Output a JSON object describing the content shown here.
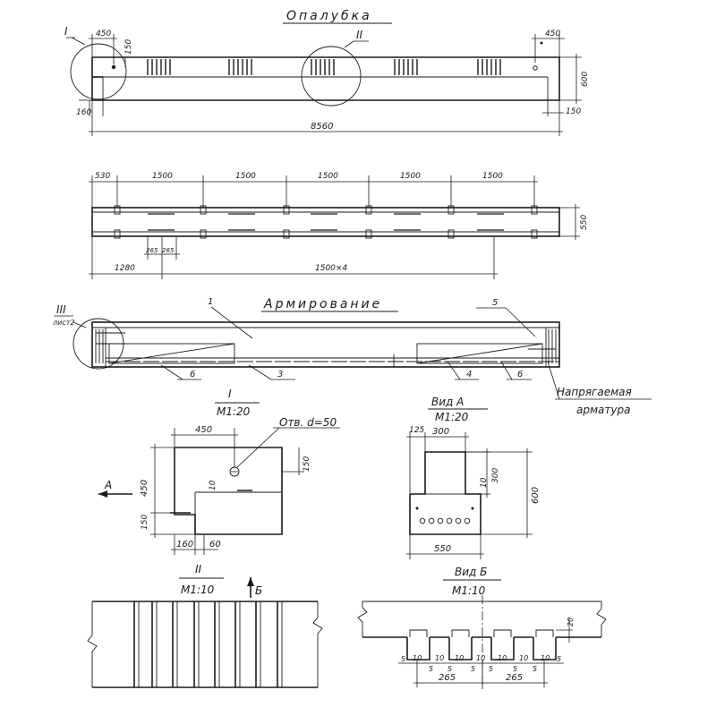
{
  "headings": {
    "formwork": "Опалубка",
    "reinforcement": "Армирование",
    "node_I": "I",
    "node_I_scale": "М1:20",
    "view_A": "Вид А",
    "view_A_scale": "М1:20",
    "node_II": "II",
    "node_II_scale": "М1:10",
    "view_B": "Вид Б",
    "view_B_scale": "М1:10"
  },
  "callouts": {
    "I": "I",
    "II": "II",
    "III": "III",
    "III_note": "лист2",
    "arrow_A": "А",
    "arrow_B": "Б",
    "prestressed_line1": "Напрягаемая",
    "prestressed_line2": "арматура",
    "hole": "Отв. d=50"
  },
  "positions": [
    "1",
    "3",
    "4",
    "5",
    "6",
    "6"
  ],
  "dimensions": {
    "elev": [
      "450",
      "150",
      "450",
      "600",
      "160",
      "150",
      "8560"
    ],
    "plan": [
      "530",
      "1500",
      "1500",
      "1500",
      "1500",
      "1500",
      "550",
      "265",
      "265",
      "1280",
      "1500×4"
    ],
    "node_I": [
      "450",
      "150",
      "450",
      "150",
      "10",
      "160",
      "60"
    ],
    "view_A": [
      "125",
      "300",
      "300",
      "10",
      "600",
      "550"
    ],
    "view_B": [
      "20",
      "5",
      "10",
      "5",
      "10",
      "5",
      "10",
      "5",
      "10",
      "5",
      "10",
      "5",
      "10",
      "5",
      "10",
      "5",
      "265",
      "265"
    ]
  }
}
